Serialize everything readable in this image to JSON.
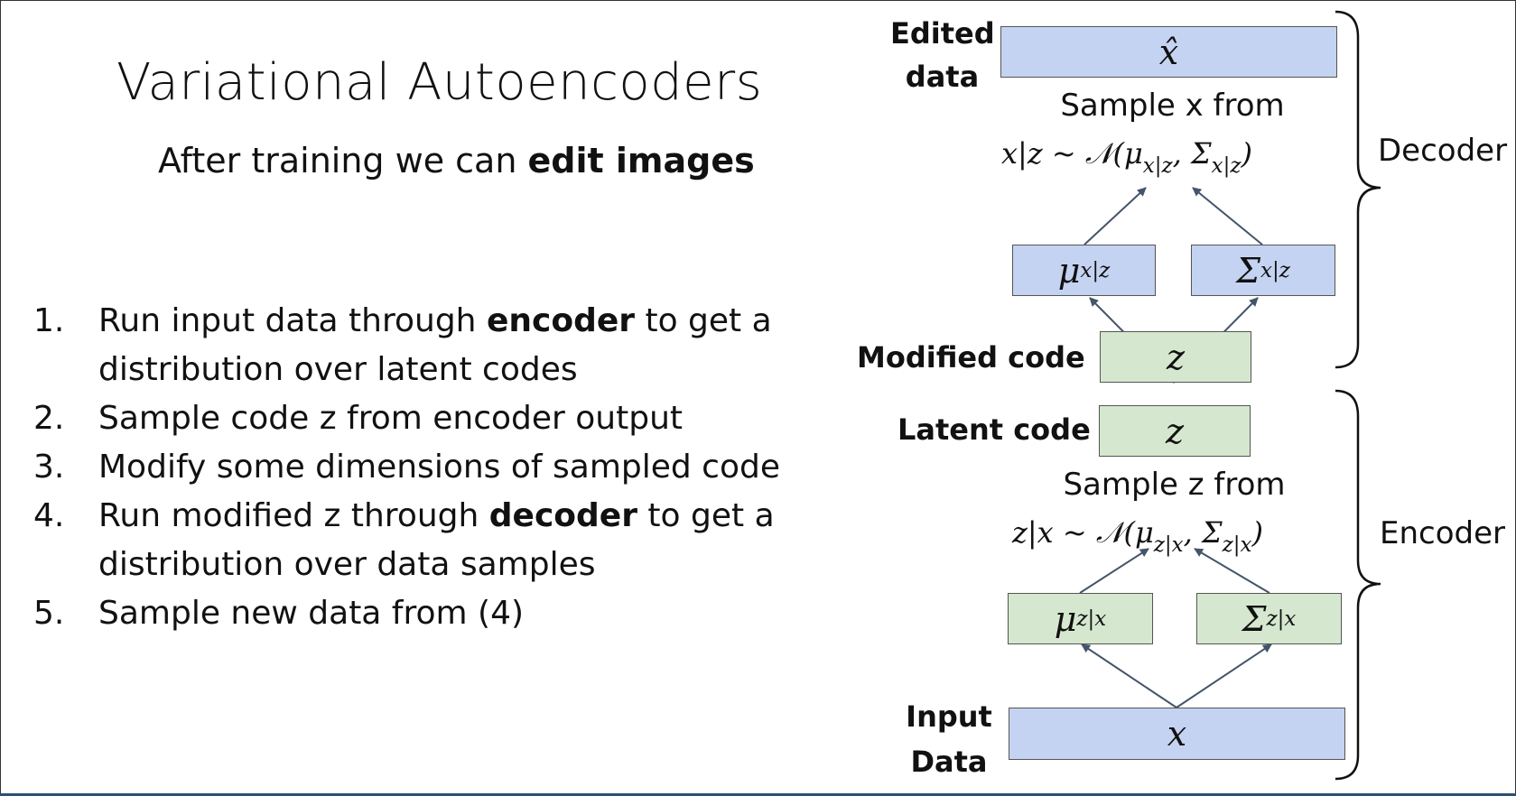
{
  "slide": {
    "title": "Variational Autoencoders",
    "subtitle": {
      "prefix": "After training we can ",
      "bold": "edit images"
    }
  },
  "steps": [
    {
      "number": "1.",
      "parts": [
        {
          "text": "Run input data through ",
          "bold": false
        },
        {
          "text": "encoder",
          "bold": true
        },
        {
          "text": " to get a distribution over latent codes",
          "bold": false
        }
      ]
    },
    {
      "number": "2.",
      "parts": [
        {
          "text": "Sample code z from encoder output",
          "bold": false
        }
      ]
    },
    {
      "number": "3.",
      "parts": [
        {
          "text": "Modify some dimensions of sampled code",
          "bold": false
        }
      ]
    },
    {
      "number": "4.",
      "parts": [
        {
          "text": "Run modified z through ",
          "bold": false
        },
        {
          "text": "decoder",
          "bold": true
        },
        {
          "text": " to get a distribution over data samples",
          "bold": false
        }
      ]
    },
    {
      "number": "5.",
      "parts": [
        {
          "text": "Sample new data from (4)",
          "bold": false
        }
      ]
    }
  ],
  "diagram": {
    "labels": {
      "edited_data": [
        "Edited",
        "data"
      ],
      "modified_code": "Modified code",
      "latent_code": "Latent code",
      "input_data": [
        "Input",
        "Data"
      ]
    },
    "decoder": {
      "label": "Decoder",
      "sample_text": "Sample x from",
      "formula": {
        "lhs": "x|z ~ ",
        "N": "𝒩",
        "mu": "μ",
        "mu_sub": "x|z",
        "sigma": "Σ",
        "sigma_sub": "x|z"
      },
      "output_symbol": "x̂",
      "mu_symbol": "μ",
      "mu_sub": "x|z",
      "sigma_symbol": "Σ",
      "sigma_sub": "x|z",
      "input_symbol": "z"
    },
    "encoder": {
      "label": "Encoder",
      "sample_text": "Sample z from",
      "formula": {
        "lhs": "z|x ~ ",
        "N": "𝒩",
        "mu": "μ",
        "mu_sub": "z|x",
        "sigma": "Σ",
        "sigma_sub": "z|x"
      },
      "output_symbol": "z",
      "mu_symbol": "μ",
      "mu_sub": "z|x",
      "sigma_symbol": "Σ",
      "sigma_sub": "z|x",
      "input_symbol": "x"
    },
    "colors": {
      "data_box": "#c4d3f1",
      "code_box": "#d5e8cf",
      "arrow": "#44546a"
    }
  }
}
